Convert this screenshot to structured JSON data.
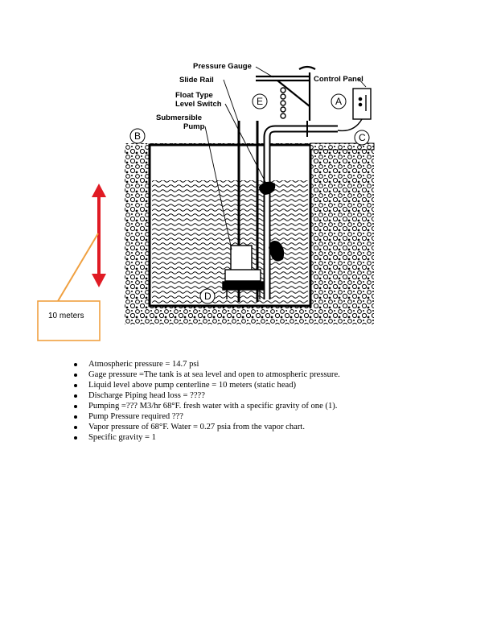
{
  "diagram": {
    "labels": {
      "pressure_gauge": "Pressure Gauge",
      "slide_rail": "Slide Rail",
      "float_switch_line1": "Float Type",
      "float_switch_line2": "Level Switch",
      "pump_line1": "Submersible",
      "pump_line2": "Pump",
      "control_panel": "Control Panel"
    },
    "markers": {
      "a": "A",
      "b": "B",
      "c": "C",
      "d": "D",
      "e": "E"
    },
    "dimension_label": "10 meters",
    "colors": {
      "arrow": "#e01b24",
      "callout_border": "#f0a040",
      "ink": "#000000"
    }
  },
  "bullets": [
    "Atmospheric pressure = 14.7 psi",
    "Gage pressure =The tank is at sea level and open to atmospheric pressure.",
    "Liquid level above pump centerline = 10 meters (static head)",
    "Discharge Piping head loss = ????",
    "Pumping =??? M3/hr  68°F. fresh water with a specific gravity of one (1).",
    "Pump Pressure required ???",
    "Vapor pressure of 68°F. Water = 0.27 psia from the vapor chart.",
    "Specific gravity = 1"
  ]
}
